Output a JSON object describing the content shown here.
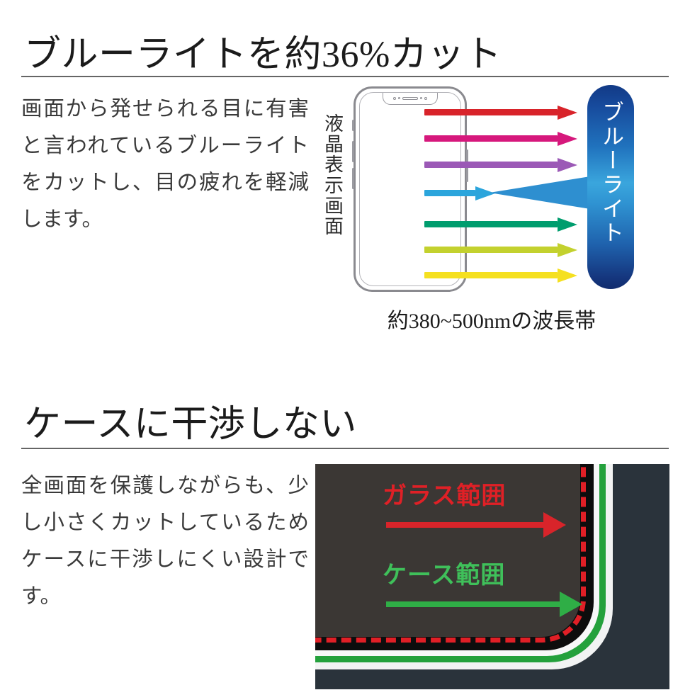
{
  "sections": [
    {
      "id": "blue-light",
      "title": "ブルーライトを約36%カット",
      "body": "画面から発せられる目に有害と言われているブルーライトをカットし、目の疲れを軽減します。",
      "figure": {
        "screen_label": "液晶表示画面",
        "callout_label": "ブルーライト",
        "caption": "約380~500nmの波長帯",
        "rays": [
          {
            "name": "red",
            "color": "#d8232a",
            "length": 188,
            "arrow": true
          },
          {
            "name": "magenta",
            "color": "#d6187c",
            "length": 188,
            "arrow": true
          },
          {
            "name": "purple",
            "color": "#9b59b6",
            "length": 188,
            "arrow": true
          },
          {
            "name": "blue",
            "color": "#2ba5dc",
            "length": 80,
            "arrow": true
          },
          {
            "name": "green",
            "color": "#009d6e",
            "length": 188,
            "arrow": true
          },
          {
            "name": "yellowgreen",
            "color": "#c3d12e",
            "length": 188,
            "arrow": true
          },
          {
            "name": "yellow",
            "color": "#f5e020",
            "length": 188,
            "arrow": true
          }
        ],
        "pill_gradient_top": "#123a86",
        "pill_gradient_mid": "#3aa6dd",
        "pill_gradient_bottom": "#112c6e"
      }
    },
    {
      "id": "case-clearance",
      "title": "ケースに干渉しない",
      "body": "全画面を保護しながらも、少し小さくカットしているためケースに干渉しにくい設計です。",
      "figure": {
        "glass_range_label": "ガラス範囲",
        "case_range_label": "ケース範囲",
        "glass_color": "#e02026",
        "case_color": "#3fc05a",
        "screen_color": "#3b3734",
        "bezel_color": "#0d0d0d",
        "body_color": "#2a333b"
      }
    }
  ],
  "phone_notch": {
    "sensor_left": "sensor",
    "speaker": "earpiece-speaker",
    "camera": "front-camera"
  }
}
